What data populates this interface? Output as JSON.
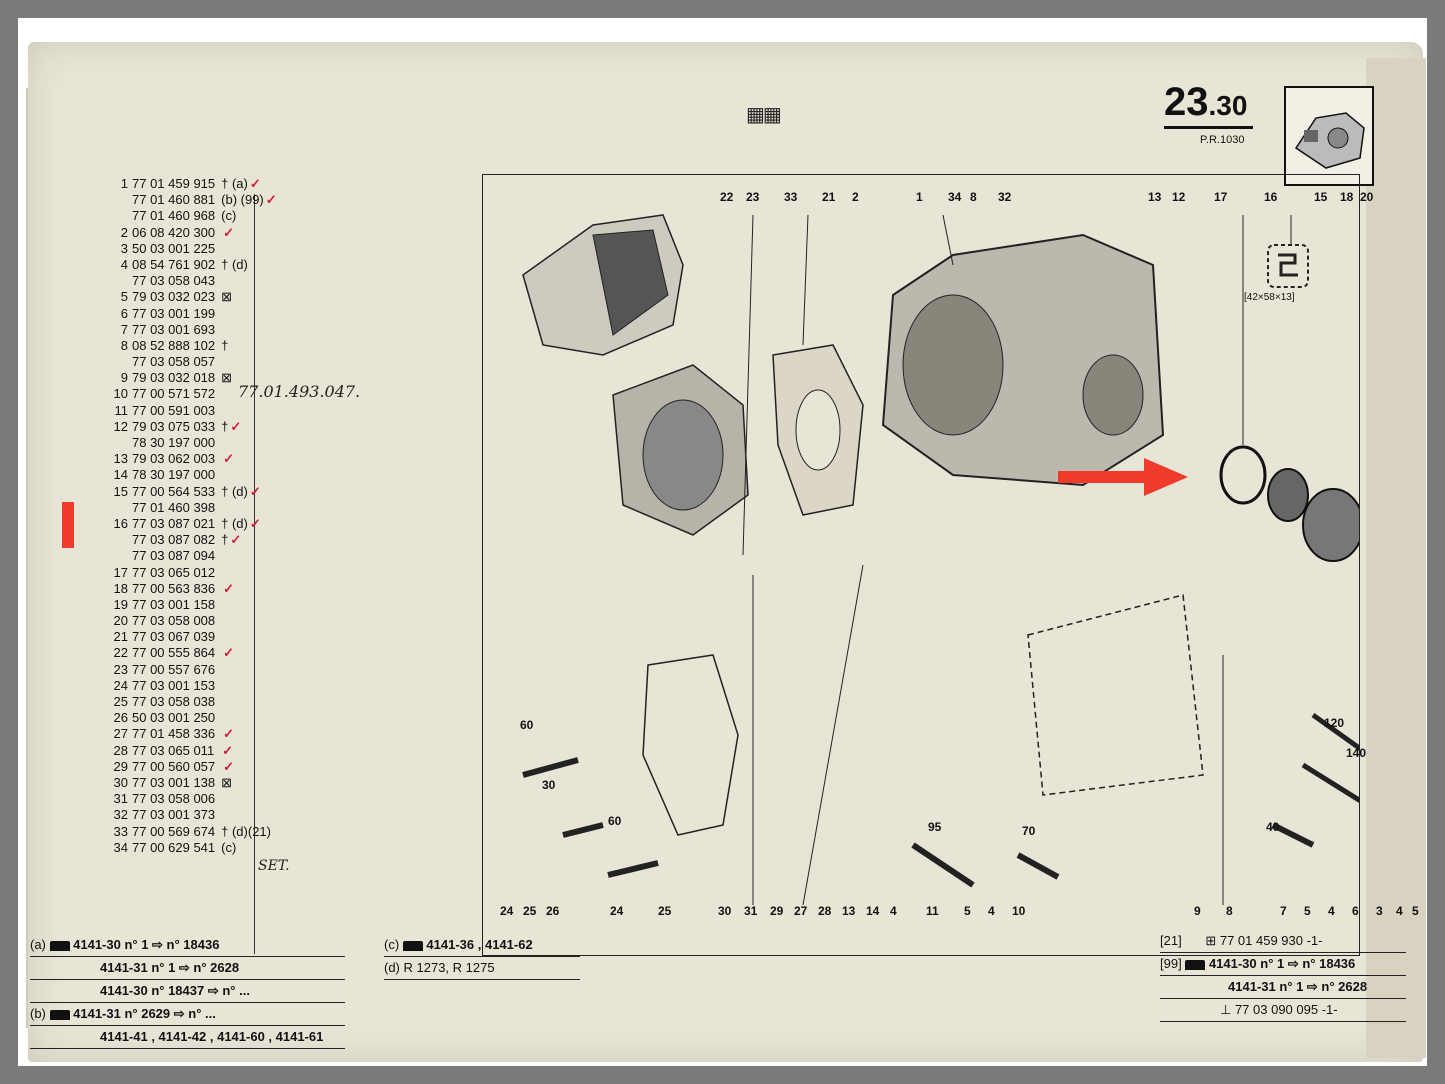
{
  "header": {
    "section_number": "23",
    "section_sub": ".30",
    "section_ref": "P.R.1030",
    "top_mark": "▦▦"
  },
  "parts_list": [
    {
      "idx": "1",
      "ref": "77 01 459 915",
      "note": "† (a)",
      "check": "✓"
    },
    {
      "idx": "",
      "ref": "77 01 460 881",
      "note": "(b) (99)",
      "check": "✓"
    },
    {
      "idx": "",
      "ref": "77 01 460 968",
      "note": "(c)",
      "check": ""
    },
    {
      "idx": "2",
      "ref": "06 08 420 300",
      "note": "",
      "check": "✓"
    },
    {
      "idx": "3",
      "ref": "50 03 001 225",
      "note": "",
      "check": ""
    },
    {
      "idx": "4",
      "ref": "08 54 761 902",
      "note": "† (d)",
      "check": ""
    },
    {
      "idx": "",
      "ref": "77 03 058 043",
      "note": "",
      "check": ""
    },
    {
      "idx": "5",
      "ref": "79 03 032 023",
      "note": "⊠",
      "check": ""
    },
    {
      "idx": "6",
      "ref": "77 03 001 199",
      "note": "",
      "check": ""
    },
    {
      "idx": "7",
      "ref": "77 03 001 693",
      "note": "",
      "check": ""
    },
    {
      "idx": "8",
      "ref": "08 52 888 102",
      "note": "†",
      "check": ""
    },
    {
      "idx": "",
      "ref": "77 03 058 057",
      "note": "",
      "check": ""
    },
    {
      "idx": "9",
      "ref": "79 03 032 018",
      "note": "⊠",
      "check": ""
    },
    {
      "idx": "10",
      "ref": "77 00 571 572",
      "note": "",
      "check": ""
    },
    {
      "idx": "11",
      "ref": "77 00 591 003",
      "note": "",
      "check": ""
    },
    {
      "idx": "12",
      "ref": "79 03 075 033",
      "note": "†",
      "check": "✓"
    },
    {
      "idx": "",
      "ref": "78 30 197 000",
      "note": "",
      "check": ""
    },
    {
      "idx": "13",
      "ref": "79 03 062 003",
      "note": "",
      "check": "✓"
    },
    {
      "idx": "14",
      "ref": "78 30 197 000",
      "note": "",
      "check": ""
    },
    {
      "idx": "15",
      "ref": "77 00 564 533",
      "note": "† (d)",
      "check": "✓"
    },
    {
      "idx": "",
      "ref": "77 01 460 398",
      "note": "",
      "check": ""
    },
    {
      "idx": "16",
      "ref": "77 03 087 021",
      "note": "† (d)",
      "check": "✓"
    },
    {
      "idx": "",
      "ref": "77 03 087 082",
      "note": "†",
      "check": "✓"
    },
    {
      "idx": "",
      "ref": "77 03 087 094",
      "note": "",
      "check": ""
    },
    {
      "idx": "17",
      "ref": "77 03 065 012",
      "note": "",
      "check": ""
    },
    {
      "idx": "18",
      "ref": "77 00 563 836",
      "note": "",
      "check": "✓"
    },
    {
      "idx": "19",
      "ref": "77 03 001 158",
      "note": "",
      "check": ""
    },
    {
      "idx": "20",
      "ref": "77 03 058 008",
      "note": "",
      "check": ""
    },
    {
      "idx": "21",
      "ref": "77 03 067 039",
      "note": "",
      "check": ""
    },
    {
      "idx": "22",
      "ref": "77 00 555 864",
      "note": "",
      "check": "✓"
    },
    {
      "idx": "23",
      "ref": "77 00 557 676",
      "note": "",
      "check": ""
    },
    {
      "idx": "24",
      "ref": "77 03 001 153",
      "note": "",
      "check": ""
    },
    {
      "idx": "25",
      "ref": "77 03 058 038",
      "note": "",
      "check": ""
    },
    {
      "idx": "26",
      "ref": "50 03 001 250",
      "note": "",
      "check": ""
    },
    {
      "idx": "27",
      "ref": "77 01 458 336",
      "note": "",
      "check": "✓"
    },
    {
      "idx": "28",
      "ref": "77 03 065 011",
      "note": "",
      "check": "✓"
    },
    {
      "idx": "29",
      "ref": "77 00 560 057",
      "note": "",
      "check": "✓"
    },
    {
      "idx": "30",
      "ref": "77 03 001 138",
      "note": "⊠",
      "check": ""
    },
    {
      "idx": "31",
      "ref": "77 03 058 006",
      "note": "",
      "check": ""
    },
    {
      "idx": "32",
      "ref": "77 03 001 373",
      "note": "",
      "check": ""
    },
    {
      "idx": "33",
      "ref": "77 00 569 674",
      "note": "† (d)(21)",
      "check": ""
    },
    {
      "idx": "34",
      "ref": "77 00 629 541",
      "note": "(c)",
      "check": ""
    }
  ],
  "handwriting": {
    "note_9": "77.01.493.047.",
    "note_33": "SET."
  },
  "diagram": {
    "callouts_top": [
      "22",
      "23",
      "33",
      "21",
      "2",
      "1",
      "34",
      "8",
      "32",
      "13",
      "12",
      "17",
      "16",
      "15",
      "18",
      "20"
    ],
    "callouts_bottom": [
      "24",
      "25",
      "26",
      "24",
      "25",
      "30",
      "31",
      "29",
      "27",
      "28",
      "13",
      "14",
      "4",
      "11",
      "5",
      "4",
      "10",
      "9",
      "8",
      "7",
      "5",
      "4",
      "6",
      "3",
      "4",
      "5"
    ],
    "dimensions": [
      "60",
      "30",
      "60",
      "95",
      "70",
      "120",
      "140",
      "40"
    ],
    "seal_label": "[42×58×13]"
  },
  "footer": {
    "a": {
      "label": "(a)",
      "rows": [
        "4141-30 n° 1 ⇨ n° 18436",
        "4141-31 n° 1 ⇨ n° 2628"
      ]
    },
    "b": {
      "label": "(b)",
      "rows": [
        "4141-30 n° 18437 ⇨ n° ...",
        "4141-31 n° 2629 ⇨ n° ...",
        "4141-41 , 4141-42 , 4141-60 , 4141-61"
      ]
    },
    "c": {
      "label": "(c)",
      "text": "4141-36 , 4141-62"
    },
    "d": {
      "label": "(d)",
      "text": "R 1273, R 1275"
    },
    "r21": {
      "label": "[21]",
      "text": "77 01 459 930 -1-"
    },
    "r99": {
      "label": "[99]",
      "rows": [
        "4141-30 n° 1 ⇨ n° 18436",
        "4141-31 n° 1 ⇨ n° 2628"
      ]
    },
    "tool": {
      "text": "77 03 090 095 -1-"
    }
  }
}
